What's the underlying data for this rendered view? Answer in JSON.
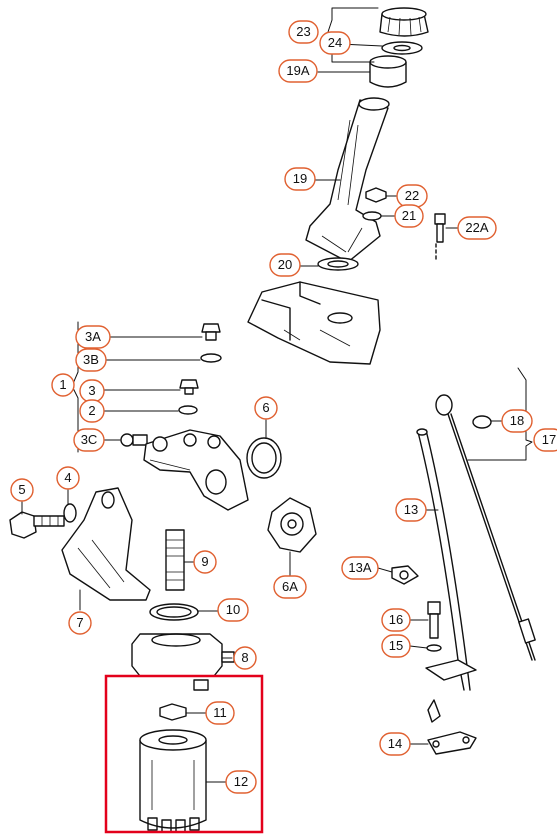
{
  "diagram": {
    "highlight_color": "#e3001b",
    "label_color": "#e06030",
    "labels": [
      "23",
      "24",
      "19A",
      "19",
      "22",
      "21",
      "22A",
      "20",
      "3A",
      "3B",
      "1",
      "3",
      "2",
      "3C",
      "6",
      "5",
      "4",
      "7",
      "6A",
      "9",
      "10",
      "8",
      "11",
      "12",
      "18",
      "17",
      "13",
      "13A",
      "16",
      "15",
      "14"
    ]
  }
}
